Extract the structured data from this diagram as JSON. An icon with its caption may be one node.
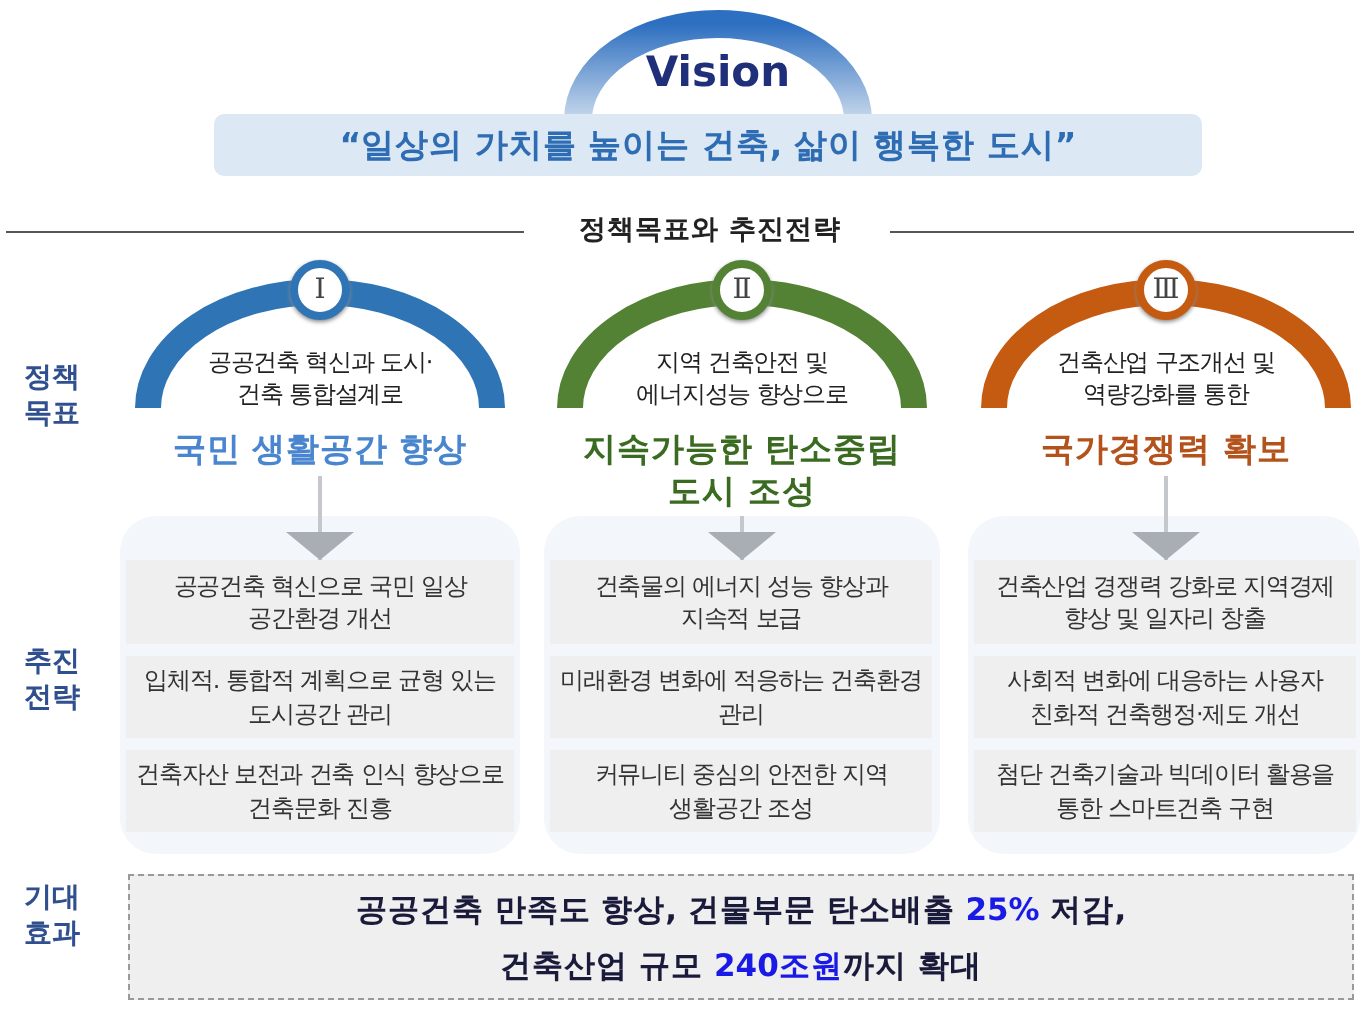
{
  "diagram": {
    "nodes": [
      {
        "text": [
          "Vision"
        ]
      },
      {
        "text": [
          "“일상의 가치를 높이는 건축, 삶이 행복한 도시”"
        ]
      },
      {
        "text": [
          "Ⅰ"
        ]
      },
      {
        "text": [
          "공공건축 혁신과 도시·건축 통합설계로",
          "국민 생활공간 향상"
        ]
      },
      {
        "text": [
          "Ⅱ"
        ]
      },
      {
        "text": [
          "지역 건축안전 및 에너지성능 향상으로",
          "지속가능한 탄소중립 도시 조성"
        ]
      },
      {
        "text": [
          "Ⅲ"
        ]
      },
      {
        "text": [
          "건축산업 구조개선 및 역량강화를 통한",
          "국가경쟁력 확보"
        ]
      },
      {
        "text": [
          "공공건축 혁신으로 국민 일상 공간환경 개선"
        ]
      },
      {
        "text": [
          "입체적. 통합적 계획으로 균형 있는 도시공간 관리"
        ]
      },
      {
        "text": [
          "건축자산 보전과 건축 인식 향상으로 건축문화 진흥"
        ]
      },
      {
        "text": [
          "건축물의 에너지 성능 향상과 지속적 보급"
        ]
      },
      {
        "text": [
          "미래환경 변화에 적응하는 건축환경 관리"
        ]
      },
      {
        "text": [
          "커뮤니티 중심의 안전한 지역 생활공간 조성"
        ]
      },
      {
        "text": [
          "건축산업 경쟁력 강화로 지역경제 향상 및 일자리 창출"
        ]
      },
      {
        "text": [
          "사회적 변화에 대응하는 사용자 친화적 건축행정·제도 개선"
        ]
      },
      {
        "text": [
          "첨단 건축기술과 빅데이터 활용을 통한 스마트건축 구현"
        ]
      },
      {
        "text": [
          "공공건축 만족도 향상, 건물부문 탄소배출 **25%** 저감,",
          "건축산업 규모 **240조원**까지 확대"
        ]
      }
    ],
    "edges": [
      {
        "from": 3,
        "to": 8,
        "arrow": "to"
      },
      {
        "from": 5,
        "to": 11,
        "arrow": "to"
      },
      {
        "from": 7,
        "to": 14,
        "arrow": "to"
      }
    ],
    "labels": [
      "정책목표와 추진전략",
      "정책 목표",
      "추진 전략",
      "기대 효과"
    ]
  }
}
